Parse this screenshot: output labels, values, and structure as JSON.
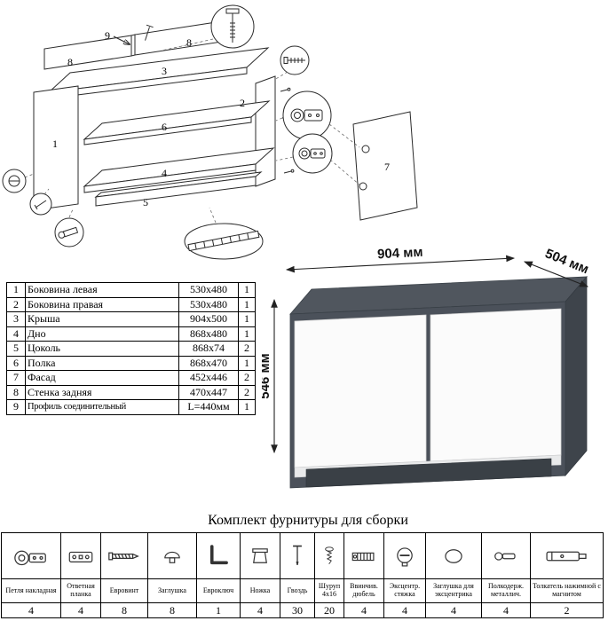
{
  "exploded": {
    "labels": {
      "n1": "1",
      "n2": "2",
      "n3": "3",
      "n4": "4",
      "n5": "5",
      "n6": "6",
      "n7": "7",
      "n8a": "8",
      "n8b": "8",
      "n9": "9"
    }
  },
  "cabinet": {
    "width_label": "904 мм",
    "depth_label": "504 мм",
    "height_label": "546 мм",
    "colors": {
      "body": "#4b515a",
      "body_dark": "#3e444b",
      "doors": "#fbfbfb",
      "plinth": "#3a4046"
    }
  },
  "parts_table": {
    "rows": [
      {
        "num": "1",
        "name": "Боковина левая",
        "size": "530x480",
        "qty": "1"
      },
      {
        "num": "2",
        "name": "Боковина правая",
        "size": "530x480",
        "qty": "1"
      },
      {
        "num": "3",
        "name": "Крыша",
        "size": "904x500",
        "qty": "1"
      },
      {
        "num": "4",
        "name": "Дно",
        "size": "868x480",
        "qty": "1"
      },
      {
        "num": "5",
        "name": "Цоколь",
        "size": "868x74",
        "qty": "2"
      },
      {
        "num": "6",
        "name": "Полка",
        "size": "868x470",
        "qty": "1"
      },
      {
        "num": "7",
        "name": "Фасад",
        "size": "452x446",
        "qty": "2"
      },
      {
        "num": "8",
        "name": "Стенка задняя",
        "size": "470x447",
        "qty": "2"
      },
      {
        "num": "9",
        "name": "Профиль соединительный",
        "size": "L=440мм",
        "qty": "1"
      }
    ]
  },
  "hardware": {
    "title": "Комплект фурнитуры для сборки",
    "items": [
      {
        "name": "Петля накладная",
        "qty": "4",
        "icon": "hinge-icon"
      },
      {
        "name": "Ответная планка",
        "qty": "4",
        "icon": "strike-plate-icon"
      },
      {
        "name": "Евровинт",
        "qty": "8",
        "icon": "confirmat-screw-icon"
      },
      {
        "name": "Заглушка",
        "qty": "8",
        "icon": "cap-icon"
      },
      {
        "name": "Евроключ",
        "qty": "1",
        "icon": "hex-key-icon"
      },
      {
        "name": "Ножка",
        "qty": "4",
        "icon": "foot-icon"
      },
      {
        "name": "Гвоздь",
        "qty": "30",
        "icon": "nail-icon"
      },
      {
        "name": "Шуруп 4x16",
        "qty": "20",
        "icon": "screw-icon"
      },
      {
        "name": "Ввинчив. дюбель",
        "qty": "4",
        "icon": "insert-dowel-icon"
      },
      {
        "name": "Эксцентр. стяжка",
        "qty": "4",
        "icon": "cam-lock-icon"
      },
      {
        "name": "Заглушка для эксцентрика",
        "qty": "4",
        "icon": "cam-cap-icon"
      },
      {
        "name": "Полкодерж. металлич.",
        "qty": "4",
        "icon": "shelf-pin-icon"
      },
      {
        "name": "Толкатель нажимной с магнитом",
        "qty": "2",
        "icon": "push-latch-icon"
      }
    ]
  }
}
